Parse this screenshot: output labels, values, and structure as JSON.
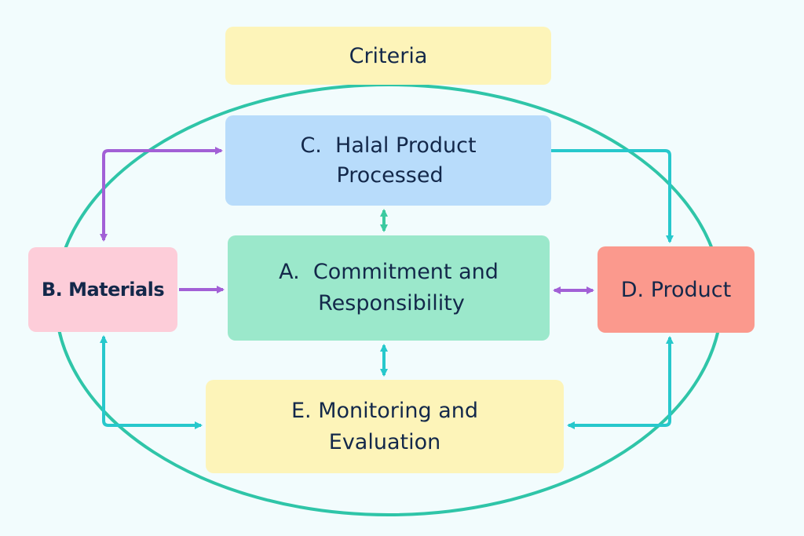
{
  "diagram": {
    "criteria": "Criteria",
    "nodes": {
      "c": {
        "line1": "C.  Halal Product",
        "line2": "Processed"
      },
      "a": {
        "line1": "A.  Commitment and",
        "line2": "Responsibility"
      },
      "b": {
        "label": "B. Materials"
      },
      "d": {
        "label": "D. Product"
      },
      "e": {
        "line1": "E. Monitoring and",
        "line2": "Evaluation"
      }
    },
    "colors": {
      "ellipse": "#2fc5a8",
      "purple_arrow": "#a260d6",
      "teal_arrow": "#27c8cc",
      "green_arrow": "#3ccaa0",
      "text": "#13284a"
    },
    "connections": [
      {
        "from": "B",
        "to": "C",
        "style": "purple",
        "bidirectional": true
      },
      {
        "from": "B",
        "to": "A",
        "style": "purple",
        "bidirectional": false
      },
      {
        "from": "A",
        "to": "D",
        "style": "purple",
        "bidirectional": true
      },
      {
        "from": "C",
        "to": "A",
        "style": "green",
        "bidirectional": true
      },
      {
        "from": "C",
        "to": "D",
        "style": "teal",
        "bidirectional": false
      },
      {
        "from": "A",
        "to": "E",
        "style": "teal",
        "bidirectional": true
      },
      {
        "from": "B",
        "to": "E",
        "style": "teal",
        "bidirectional": true
      },
      {
        "from": "D",
        "to": "E",
        "style": "teal",
        "bidirectional": true
      }
    ]
  }
}
